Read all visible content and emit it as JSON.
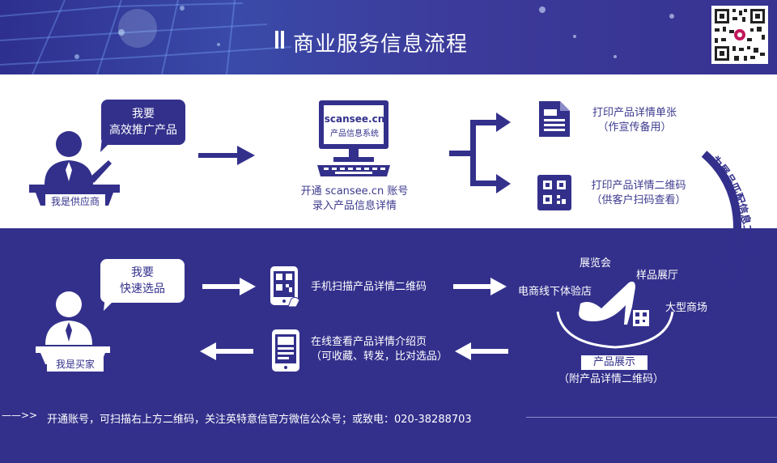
{
  "header": {
    "title": "商业服务信息流程"
  },
  "supplier": {
    "bubble_line1": "我要",
    "bubble_line2": "高效推广产品",
    "badge": "我是供应商"
  },
  "system": {
    "monitor_url": "scansee.cn",
    "monitor_caption": "产品信息系统",
    "caption_line1": "开通 scansee.cn 账号",
    "caption_line2": "录入产品信息详情"
  },
  "outputs": [
    {
      "line1": "打印产品详情单张",
      "line2": "（作宣传备用）"
    },
    {
      "line1": "打印产品详情二维码",
      "line2": "（供客户扫码查看）"
    }
  ],
  "curve_label": "为展品匹配信息二维码",
  "buyer": {
    "bubble_line1": "我要",
    "bubble_line2": "快速选品",
    "badge": "我是买家"
  },
  "steps": {
    "scan": "手机扫描产品详情二维码",
    "view_line1": "在线查看产品详情介绍页",
    "view_line2": "（可收藏、转发，比对选品）"
  },
  "venues": {
    "exhibition": "展览会",
    "showroom": "样品展厅",
    "ecommerce": "电商线下体验店",
    "mall": "大型商场"
  },
  "display": {
    "badge": "产品展示",
    "caption": "（附产品详情二维码）"
  },
  "footer": {
    "arrow": "——>>",
    "text": "开通账号，可扫描右上方二维码，关注英特意信官方微信公众号；或致电：020-38288703"
  },
  "colors": {
    "primary": "#33308c",
    "white": "#ffffff"
  },
  "icons": [
    "supplier-person-icon",
    "arrow-right-icon",
    "computer-terminal-icon",
    "branch-arrow-icon",
    "document-icon",
    "qr-code-icon",
    "curved-arrow-icon",
    "buyer-person-icon",
    "phone-scan-icon",
    "phone-page-icon",
    "arrow-left-icon",
    "high-heel-shoe-icon"
  ]
}
